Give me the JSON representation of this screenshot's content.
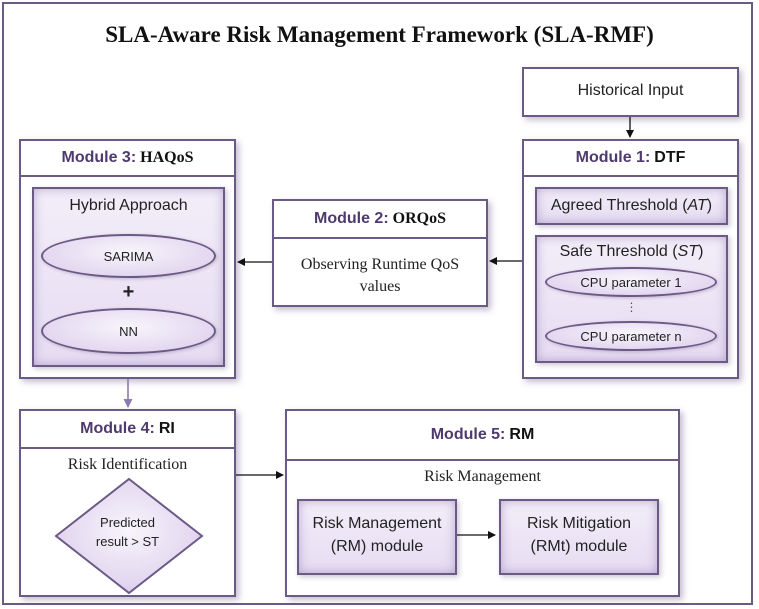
{
  "title": "SLA-Aware Risk Management Framework (SLA-RMF)",
  "historical_input": "Historical Input",
  "module1": {
    "label": "Module 1:",
    "code": "DTF",
    "agreed_threshold": "Agreed Threshold (",
    "agreed_abbr": "AT",
    "agreed_close": ")",
    "safe_threshold": "Safe Threshold (",
    "safe_abbr": "ST",
    "safe_close": ")",
    "cpu_first": "CPU parameter 1",
    "cpu_ellipsis": "⋮",
    "cpu_last": "CPU parameter n"
  },
  "module2": {
    "label": "Module 2:",
    "code": "ORQoS",
    "body_line1": "Observing Runtime QoS",
    "body_line2": "values"
  },
  "module3": {
    "label": "Module 3:",
    "code": "HAQoS",
    "approach": "Hybrid Approach",
    "model1": "SARIMA",
    "plus": "+",
    "model2": "NN"
  },
  "module4": {
    "label": "Module 4:",
    "code": "RI",
    "body": "Risk Identification",
    "decision_line1": "Predicted",
    "decision_line2": "result > ST"
  },
  "module5": {
    "label": "Module 5:",
    "code": "RM",
    "body": "Risk Management",
    "rm_line1": "Risk Management",
    "rm_line2": "(RM) module",
    "rmt_line1": "Risk Mitigation",
    "rmt_line2": "(RMt) module"
  },
  "colors": {
    "border": "#6b5a86",
    "module_label": "#4e3a6e",
    "inner_fill": "#e6dcf2",
    "arrow_down_m3_m4": "#8c7bb0"
  }
}
